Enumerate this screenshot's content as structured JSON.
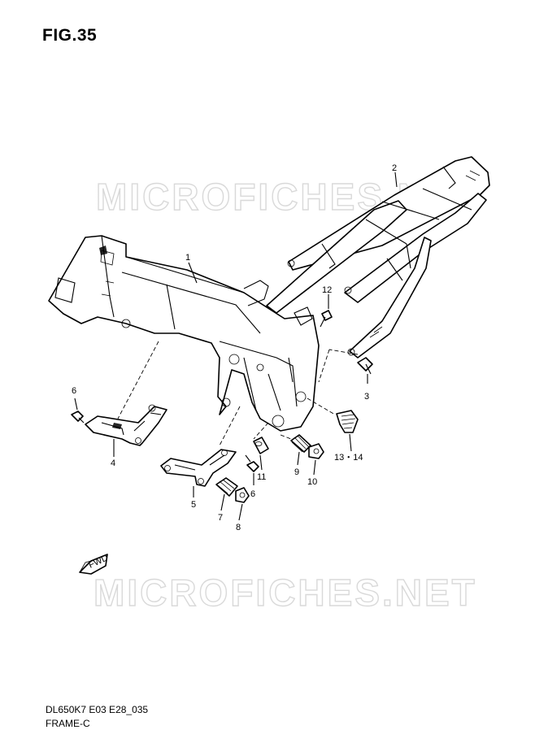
{
  "figure": {
    "title": "FIG.35",
    "code": "DL650K7 E03 E28_035",
    "name": "FRAME-C",
    "fwd_label": "FWD"
  },
  "watermark": {
    "text": "MICROFICHES.NET",
    "text_partial": "MICROFICHES.NE"
  },
  "callouts": {
    "c1": "1",
    "c2": "2",
    "c3": "3",
    "c4": "4",
    "c5": "5",
    "c6a": "6",
    "c6b": "6",
    "c7": "7",
    "c8": "8",
    "c9": "9",
    "c10": "10",
    "c11": "11",
    "c12": "12",
    "c13_14": "13・14"
  }
}
